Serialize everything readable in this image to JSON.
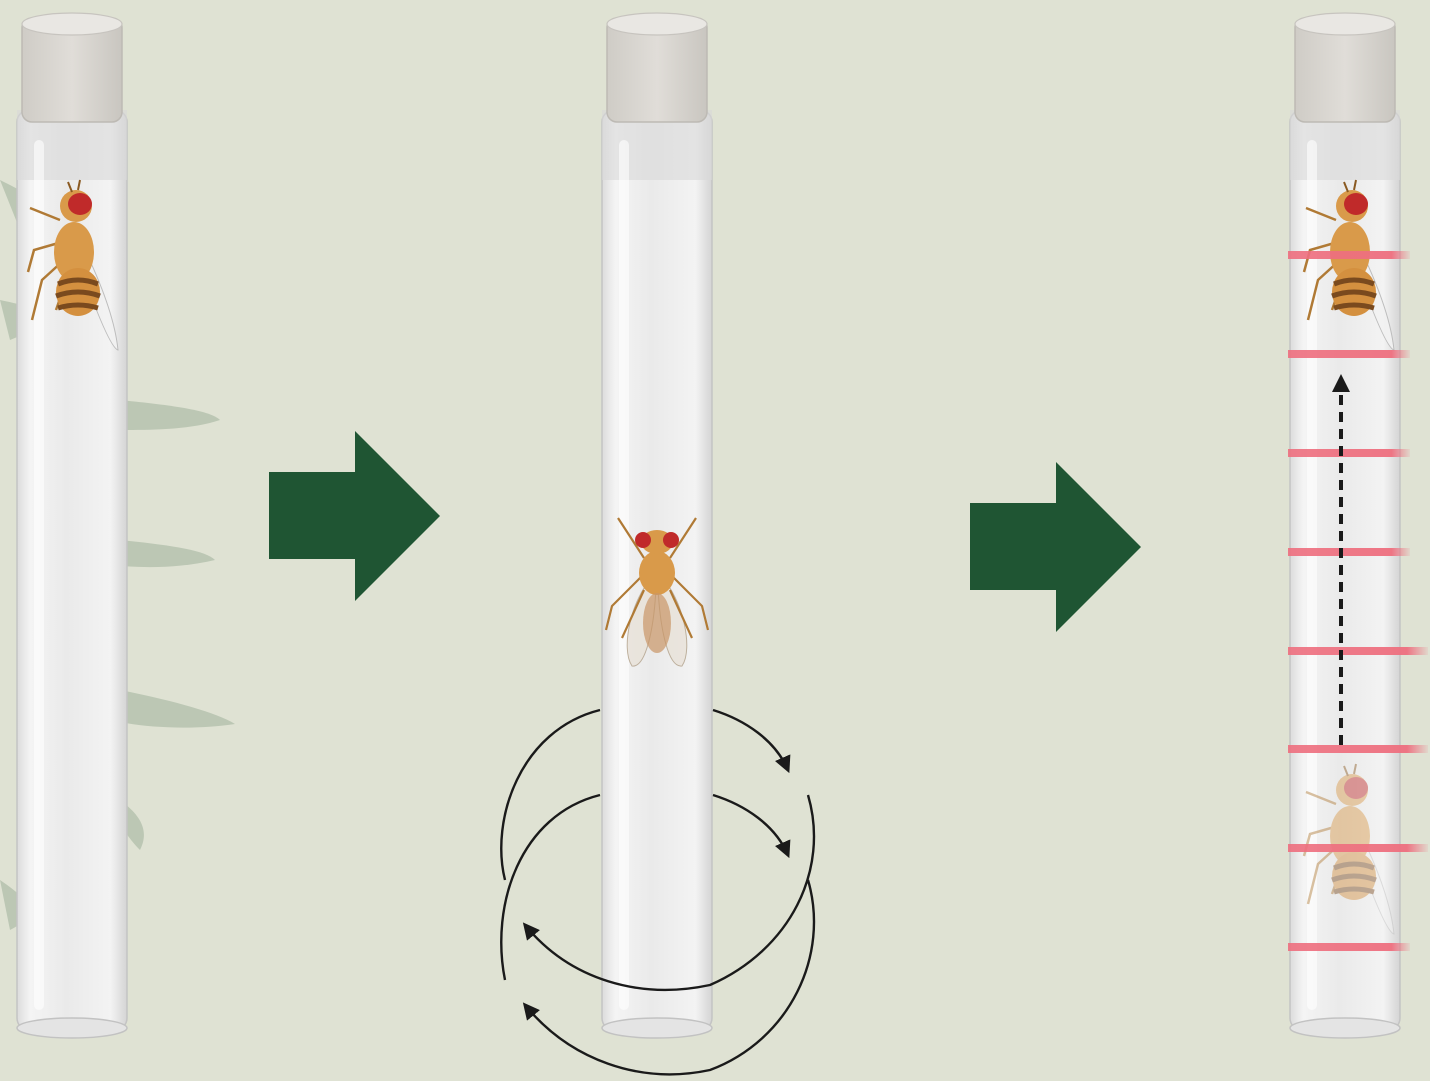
{
  "colors": {
    "background": "#dfe2d3",
    "arrow": "#1f5533",
    "leaf": "#9fb09a",
    "tube_glass": "#eeeeee",
    "tube_cap": "#dcd9d4",
    "fly_body": "#d99a4a",
    "fly_eye": "#c02a2a",
    "fly_stripes": "#7a4a1e",
    "laser_line": "#ee6f7f",
    "rotation_arrows": "#1a1a1a"
  },
  "steps": [
    {
      "name": "step-1-fly-at-top",
      "icons": [
        "vial-icon",
        "fruit-fly-side-icon"
      ]
    },
    {
      "name": "step-2-vial-rotated",
      "icons": [
        "vial-icon",
        "fruit-fly-top-icon",
        "rotation-arrows-icon"
      ]
    },
    {
      "name": "step-3-climbing-measured",
      "icons": [
        "vial-icon",
        "fruit-fly-side-icon",
        "laser-lines-icon",
        "dashed-up-arrow-icon"
      ]
    }
  ],
  "laser_line_count": 8
}
